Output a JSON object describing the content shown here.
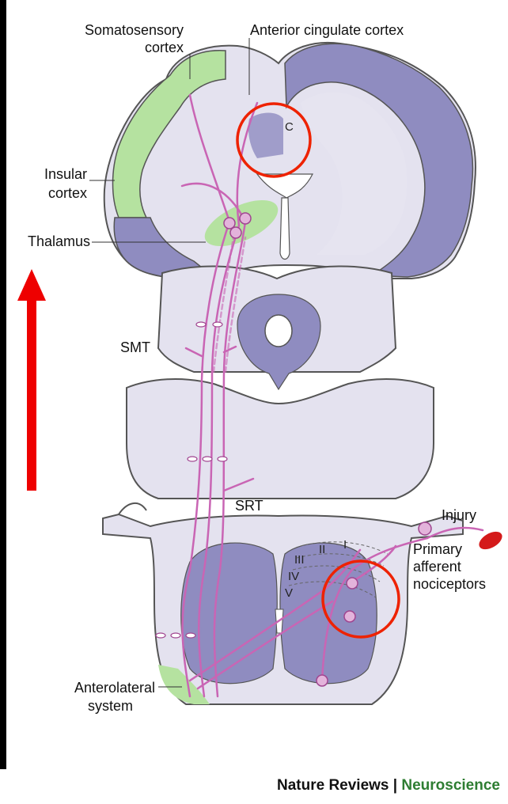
{
  "labels": {
    "somatosensory_1": "Somatosensory",
    "somatosensory_2": "cortex",
    "anterior_cingulate": "Anterior cingulate cortex",
    "c_marker": "C",
    "insular_1": "Insular",
    "insular_2": "cortex",
    "thalamus": "Thalamus",
    "smt": "SMT",
    "srt": "SRT",
    "injury": "Injury",
    "primary_1": "Primary",
    "primary_2": "afferent",
    "primary_3": "nociceptors",
    "lamina_I": "I",
    "lamina_II": "II",
    "lamina_III": "III",
    "lamina_IV": "IV",
    "lamina_V": "V",
    "anterolateral_1": "Anterolateral",
    "anterolateral_2": "system"
  },
  "footer": {
    "journal": "Nature Reviews | ",
    "brand": "Neuroscience"
  },
  "colors": {
    "tissue": "#e6e4f0",
    "gray_matter": "#8f8cc0",
    "green_region": "#b5e2a0",
    "pathway": "#c965b4",
    "arrow": "#ee0000",
    "circle": "#ee2200"
  }
}
